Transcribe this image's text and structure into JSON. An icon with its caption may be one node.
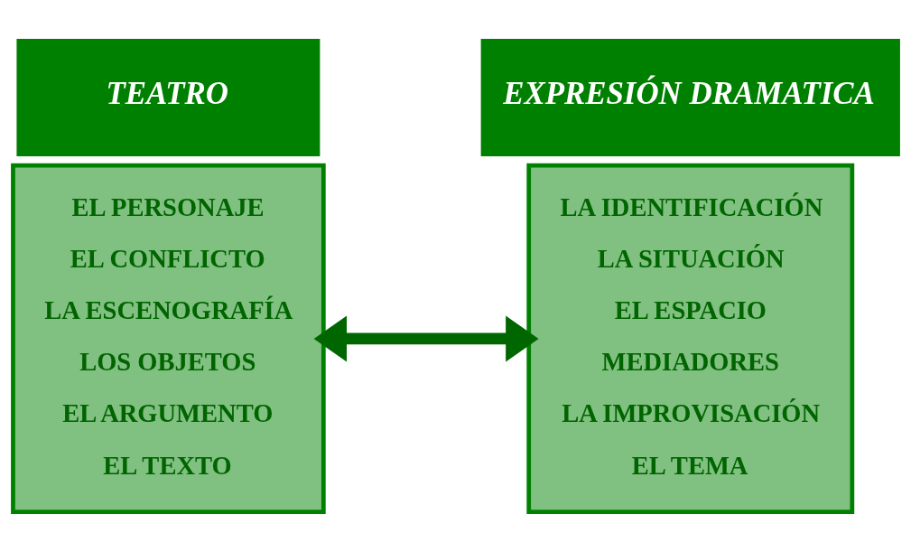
{
  "diagram": {
    "nodes": [
      {
        "text": [
          "TEATRO"
        ]
      },
      {
        "text": [
          "EL PERSONAJE",
          "EL CONFLICTO",
          "LA ESCENOGRAFÍA",
          "LOS OBJETOS",
          "EL ARGUMENTO",
          "EL TEXTO"
        ]
      },
      {
        "text": [
          "EXPRESIÓN DRAMATICA"
        ]
      },
      {
        "text": [
          "LA IDENTIFICACIÓN",
          "LA SITUACIÓN",
          "EL ESPACIO",
          "MEDIADORES",
          "LA IMPROVISACIÓN",
          "EL TEMA"
        ]
      }
    ],
    "edges": [
      {
        "from": 1,
        "to": 3,
        "arrow": "both",
        "color": "#006600"
      }
    ]
  }
}
